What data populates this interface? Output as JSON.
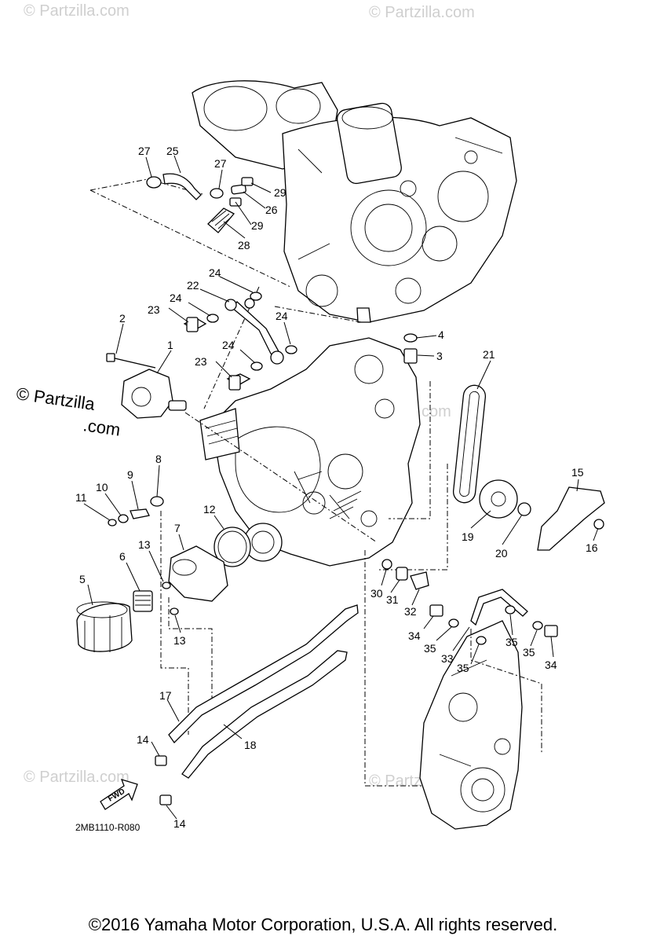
{
  "watermark": {
    "text": "© Partzilla.com",
    "line1": "© Partzilla",
    "line2": ".com"
  },
  "diagram_code": "2MB1110-R080",
  "fwd_label": "FWD",
  "copyright": "©2016  Yamaha Motor Corporation, U.S.A. All rights reserved.",
  "callouts": {
    "c1": "1",
    "c2": "2",
    "c3": "3",
    "c4": "4",
    "c5": "5",
    "c6": "6",
    "c7": "7",
    "c8": "8",
    "c9": "9",
    "c10": "10",
    "c11": "11",
    "c12": "12",
    "c13a": "13",
    "c13b": "13",
    "c14a": "14",
    "c14b": "14",
    "c15": "15",
    "c16": "16",
    "c17": "17",
    "c18": "18",
    "c19": "19",
    "c20": "20",
    "c21": "21",
    "c22": "22",
    "c23a": "23",
    "c23b": "23",
    "c24a": "24",
    "c24b": "24",
    "c24c": "24",
    "c24d": "24",
    "c25": "25",
    "c26": "26",
    "c27a": "27",
    "c27b": "27",
    "c28": "28",
    "c29a": "29",
    "c29b": "29",
    "c30": "30",
    "c31": "31",
    "c32": "32",
    "c33": "33",
    "c34a": "34",
    "c34b": "34",
    "c35a": "35",
    "c35b": "35",
    "c35c": "35",
    "c35d": "35"
  }
}
